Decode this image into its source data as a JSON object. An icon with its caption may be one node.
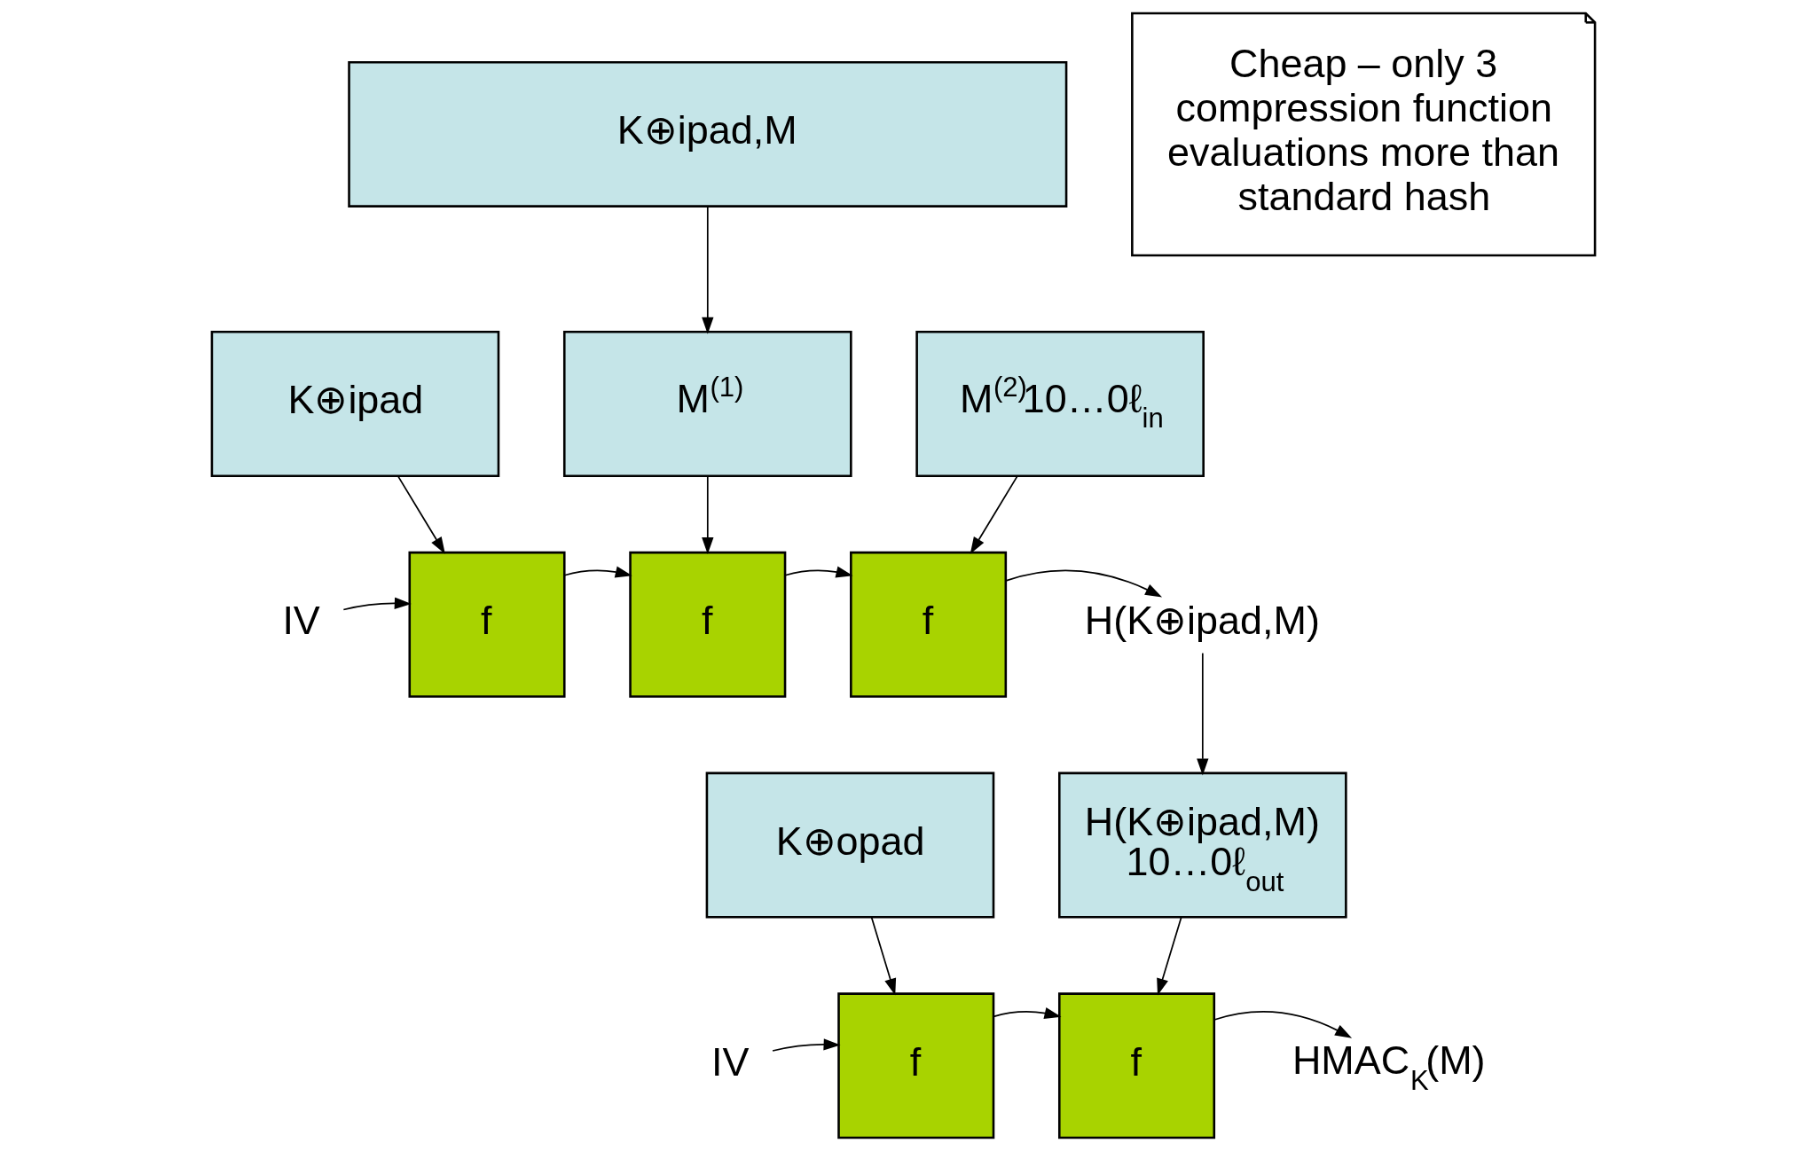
{
  "diagram": {
    "nodes": [
      {
        "text": [
          "K⊕ipad,M"
        ]
      },
      {
        "text": [
          "K⊕ipad"
        ]
      },
      {
        "text": [
          "M$^{(1)}$"
        ]
      },
      {
        "text": [
          "M$^{(2)}$10…0ℓ$_{in}$"
        ]
      },
      {
        "text": [
          "IV"
        ]
      },
      {
        "text": [
          "f"
        ]
      },
      {
        "text": [
          "f"
        ]
      },
      {
        "text": [
          "f"
        ]
      },
      {
        "text": [
          "H(K⊕ipad,M)"
        ]
      },
      {
        "text": [
          "K⊕opad"
        ]
      },
      {
        "text": [
          "H(K⊕ipad,M) 10…0ℓ$_{out}$"
        ]
      },
      {
        "text": [
          "IV"
        ]
      },
      {
        "text": [
          "f"
        ]
      },
      {
        "text": [
          "f"
        ]
      },
      {
        "text": [
          "HMAC$_{K}$(M)"
        ]
      },
      {
        "text": [
          "Cheap – only 3 compression function evaluations more than standard hash"
        ]
      }
    ],
    "edges": [
      {
        "from": 0,
        "to": 2,
        "arrow": "to"
      },
      {
        "from": 1,
        "to": 5,
        "arrow": "to"
      },
      {
        "from": 2,
        "to": 6,
        "arrow": "to"
      },
      {
        "from": 3,
        "to": 7,
        "arrow": "to"
      },
      {
        "from": 4,
        "to": 5,
        "arrow": "to"
      },
      {
        "from": 5,
        "to": 6,
        "arrow": "to"
      },
      {
        "from": 6,
        "to": 7,
        "arrow": "to"
      },
      {
        "from": 7,
        "to": 8,
        "arrow": "to"
      },
      {
        "from": 8,
        "to": 10,
        "arrow": "to"
      },
      {
        "from": 9,
        "to": 12,
        "arrow": "to"
      },
      {
        "from": 10,
        "to": 13,
        "arrow": "to"
      },
      {
        "from": 11,
        "to": 12,
        "arrow": "to"
      },
      {
        "from": 12,
        "to": 13,
        "arrow": "to"
      },
      {
        "from": 13,
        "to": 14,
        "arrow": "to"
      }
    ]
  }
}
